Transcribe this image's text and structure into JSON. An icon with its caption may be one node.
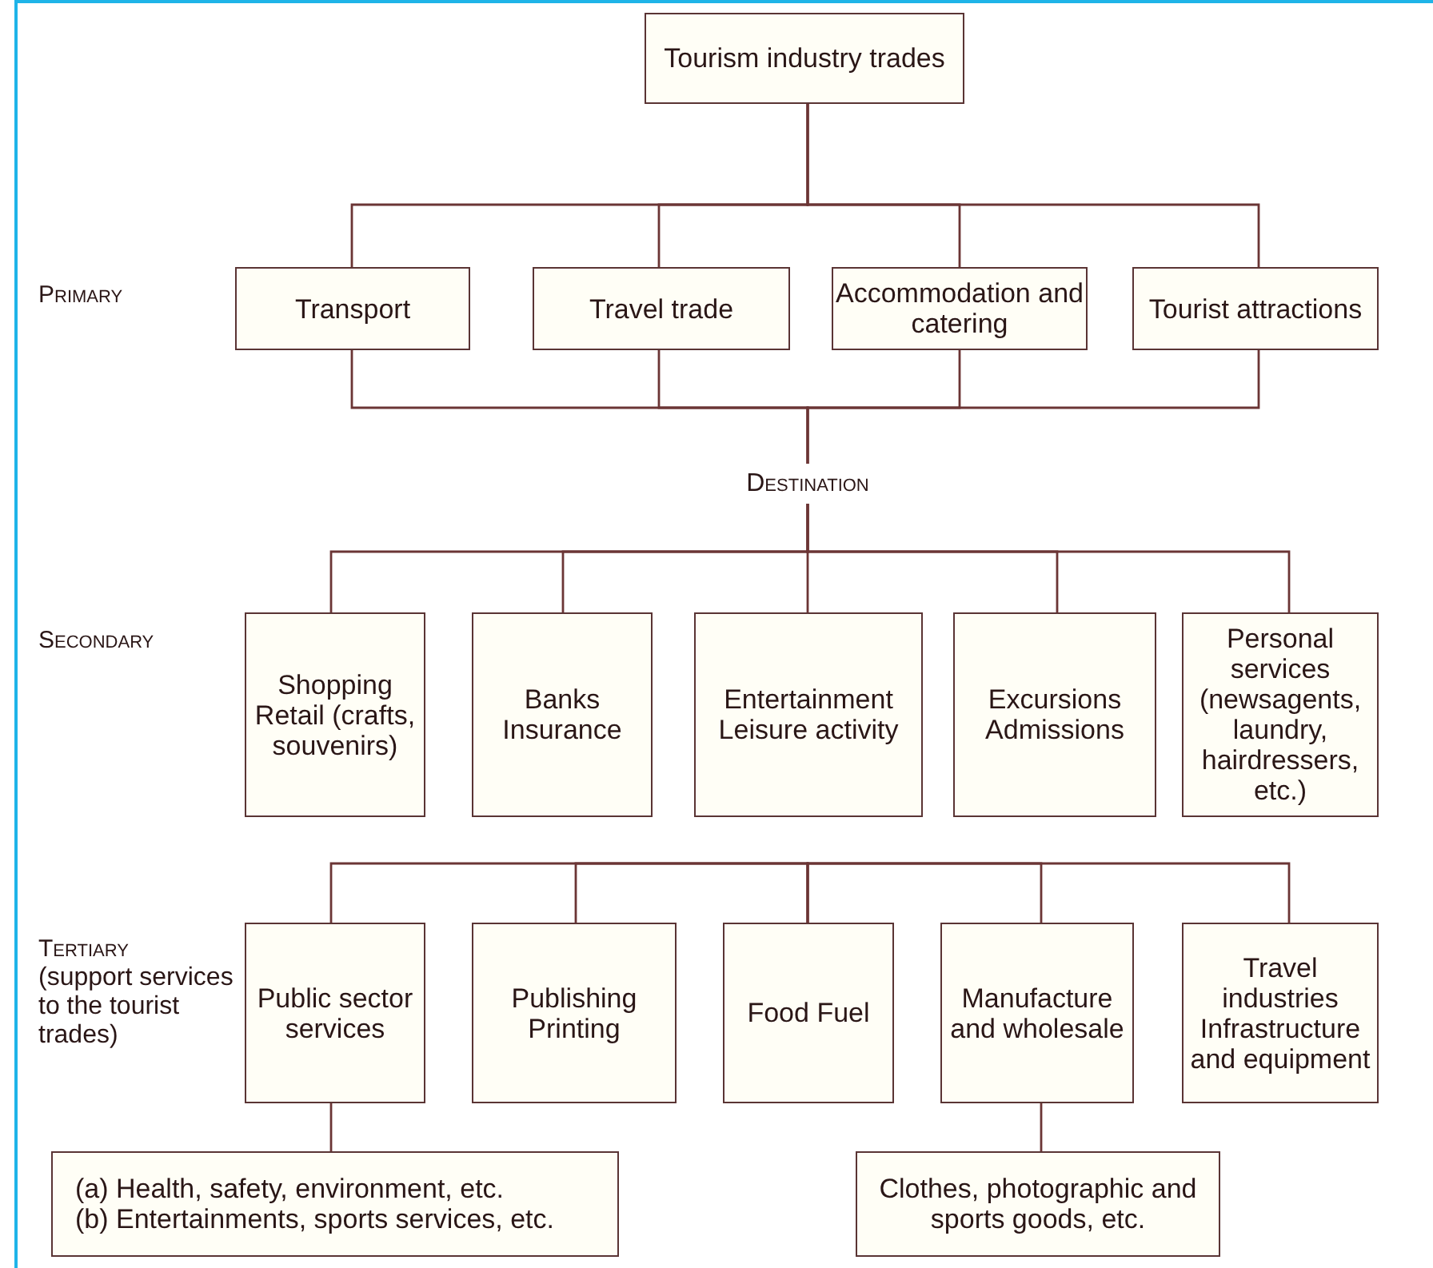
{
  "diagram": {
    "nodes": [
      {
        "text": [
          "Tourism industry trades"
        ]
      },
      {
        "text": [
          "Transport"
        ]
      },
      {
        "text": [
          "Travel trade"
        ]
      },
      {
        "text": [
          "Accommodation and catering"
        ]
      },
      {
        "text": [
          "Tourist attractions"
        ]
      },
      {
        "text": [
          "Destination"
        ]
      },
      {
        "text": [
          "Shopping Retail (crafts, souvenirs)"
        ]
      },
      {
        "text": [
          "Banks Insurance"
        ]
      },
      {
        "text": [
          "Entertainment Leisure activity"
        ]
      },
      {
        "text": [
          "Excursions Admissions"
        ]
      },
      {
        "text": [
          "Personal services (newsagents, laundry, hairdressers, etc.)"
        ]
      },
      {
        "text": [
          "Public sector services"
        ]
      },
      {
        "text": [
          "Publishing Printing"
        ]
      },
      {
        "text": [
          "Food Fuel"
        ]
      },
      {
        "text": [
          "Manufacture and wholesale"
        ]
      },
      {
        "text": [
          "Travel industries Infrastructure and equipment"
        ]
      },
      {
        "text": [
          "(a) Health, safety, environment, etc.",
          "(b) Entertainments, sports services, etc."
        ]
      },
      {
        "text": [
          "Clothes, photographic and sports goods, etc."
        ]
      }
    ],
    "edges": [
      {
        "from": 0,
        "to": 1,
        "arrow": "none"
      },
      {
        "from": 0,
        "to": 2,
        "arrow": "none"
      },
      {
        "from": 0,
        "to": 3,
        "arrow": "none"
      },
      {
        "from": 0,
        "to": 4,
        "arrow": "none"
      },
      {
        "from": 1,
        "to": 5,
        "arrow": "none"
      },
      {
        "from": 2,
        "to": 5,
        "arrow": "none"
      },
      {
        "from": 3,
        "to": 5,
        "arrow": "none"
      },
      {
        "from": 4,
        "to": 5,
        "arrow": "none"
      },
      {
        "from": 5,
        "to": 6,
        "arrow": "none"
      },
      {
        "from": 5,
        "to": 7,
        "arrow": "none"
      },
      {
        "from": 5,
        "to": 8,
        "arrow": "none"
      },
      {
        "from": 5,
        "to": 9,
        "arrow": "none"
      },
      {
        "from": 5,
        "to": 10,
        "arrow": "none"
      },
      {
        "from": 13,
        "to": 11,
        "arrow": "none"
      },
      {
        "from": 13,
        "to": 12,
        "arrow": "none"
      },
      {
        "from": 13,
        "to": 14,
        "arrow": "none"
      },
      {
        "from": 13,
        "to": 15,
        "arrow": "none"
      },
      {
        "from": 11,
        "to": 16,
        "arrow": "none"
      },
      {
        "from": 14,
        "to": 17,
        "arrow": "none"
      }
    ],
    "labels": [
      "Primary",
      "Secondary",
      "Tertiary",
      "(support services to the tourist trades)"
    ]
  }
}
